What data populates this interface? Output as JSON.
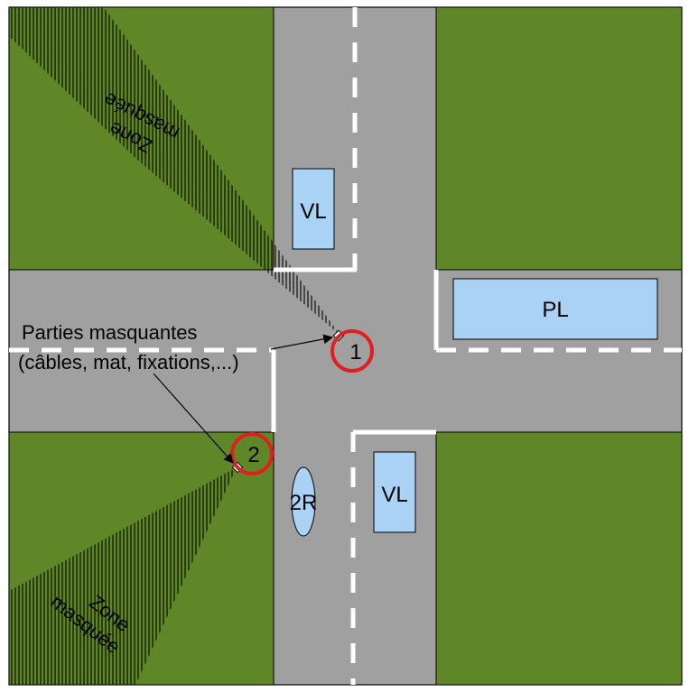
{
  "labels": {
    "vl_top": "VL",
    "pl": "PL",
    "vl_bottom": "VL",
    "two_wheeler": "2R",
    "camera_1": "1",
    "camera_2": "2",
    "masking_parts_line1": "Parties masquantes",
    "masking_parts_line2": "(câbles, mat, fixations,...)",
    "zone_top_line1": "Zone",
    "zone_top_line2": "masquée",
    "zone_bottom_line1": "Zone",
    "zone_bottom_line2": "masquée"
  },
  "colors": {
    "grass": "#5f8728",
    "road": "#a0a0a0",
    "vehicle_fill": "#a9d2f5",
    "marking": "#ffffff",
    "camera_ring": "#e02020",
    "hatch": "#000000"
  }
}
